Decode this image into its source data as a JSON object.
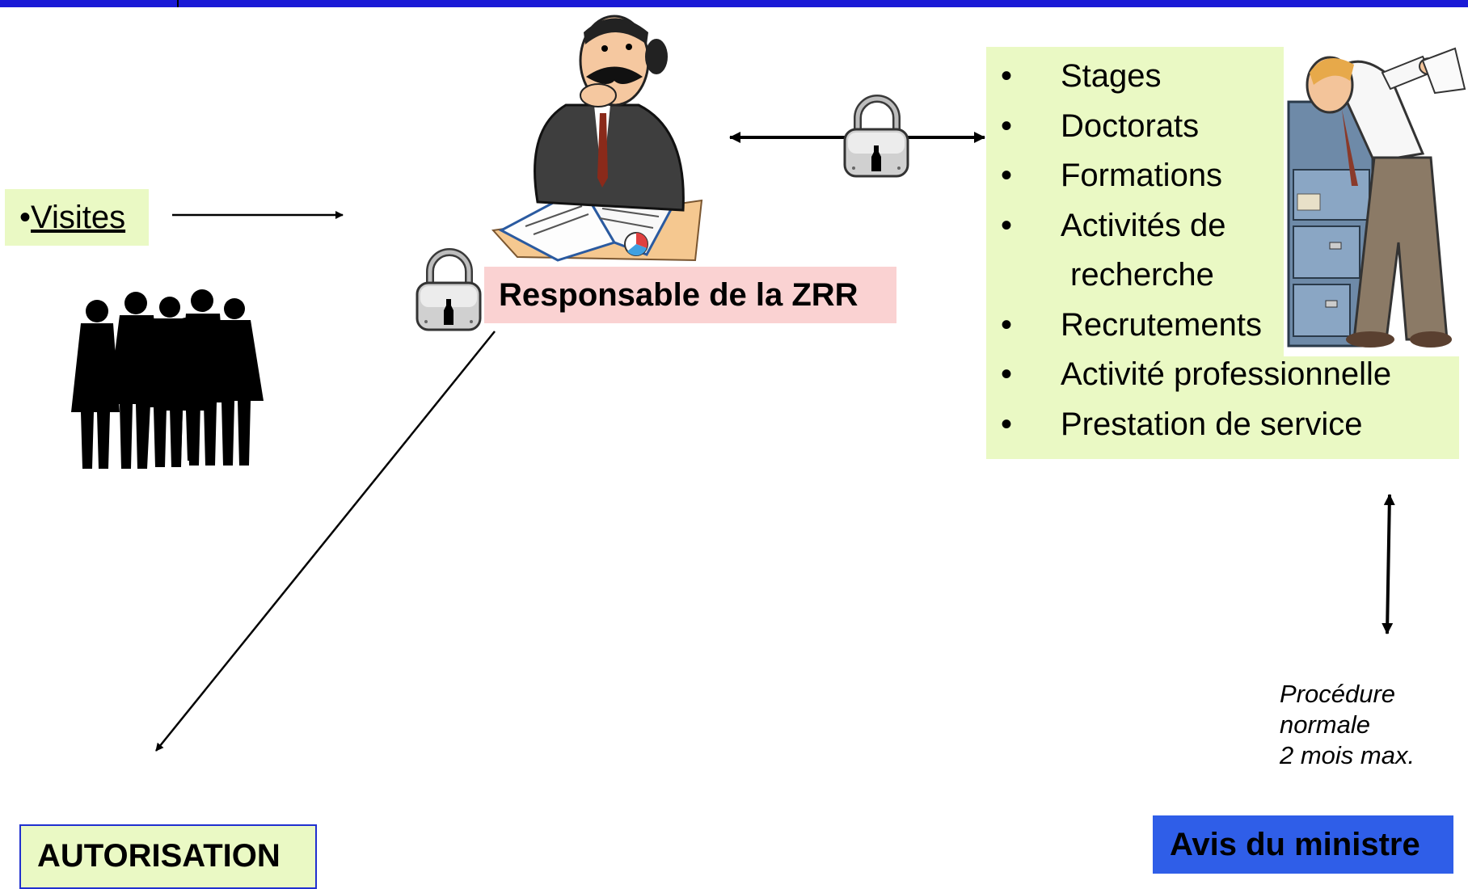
{
  "visites": {
    "bullet": "•",
    "label": "Visites"
  },
  "responsable": {
    "label": "Responsable de la ZRR"
  },
  "activities": {
    "bullet": "•",
    "items": [
      "Stages",
      "Doctorats",
      "Formations",
      "Activités de",
      "recherche",
      "Recrutements",
      "Activité professionnelle",
      "Prestation de service"
    ]
  },
  "procedure": {
    "line1": "Procédure",
    "line2": "normale",
    "line3": "2 mois max."
  },
  "autorisation": {
    "label": "AUTORISATION"
  },
  "avis": {
    "label": "Avis du ministre"
  },
  "colors": {
    "topbar": "#1a1ad6",
    "green_box": "#eaf9c4",
    "pink_box": "#fad2d2",
    "blue_box": "#2f5ee8"
  },
  "icons": [
    "people-silhouette-icon",
    "thinking-man-icon",
    "padlock-icon",
    "filing-cabinet-man-icon"
  ]
}
